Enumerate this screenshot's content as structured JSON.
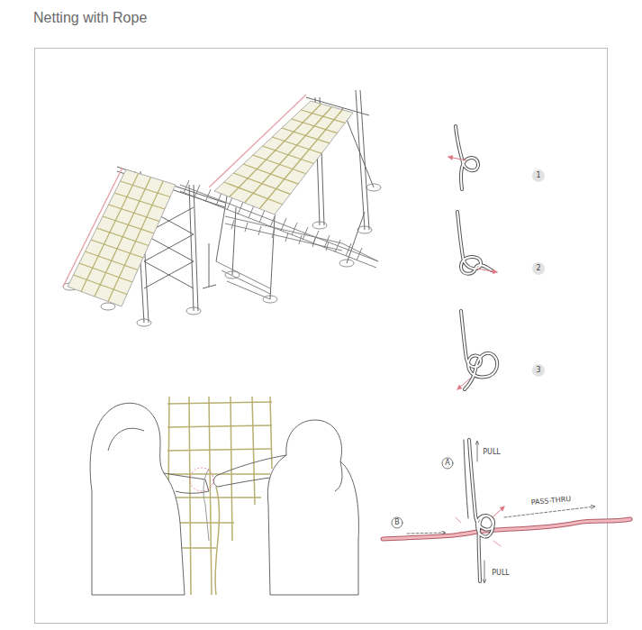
{
  "diagram": {
    "title": "Netting with Rope",
    "labels": [
      "1",
      "2",
      "3",
      "A",
      "PULL",
      "B",
      "PASS-THRU",
      "PULL"
    ]
  }
}
